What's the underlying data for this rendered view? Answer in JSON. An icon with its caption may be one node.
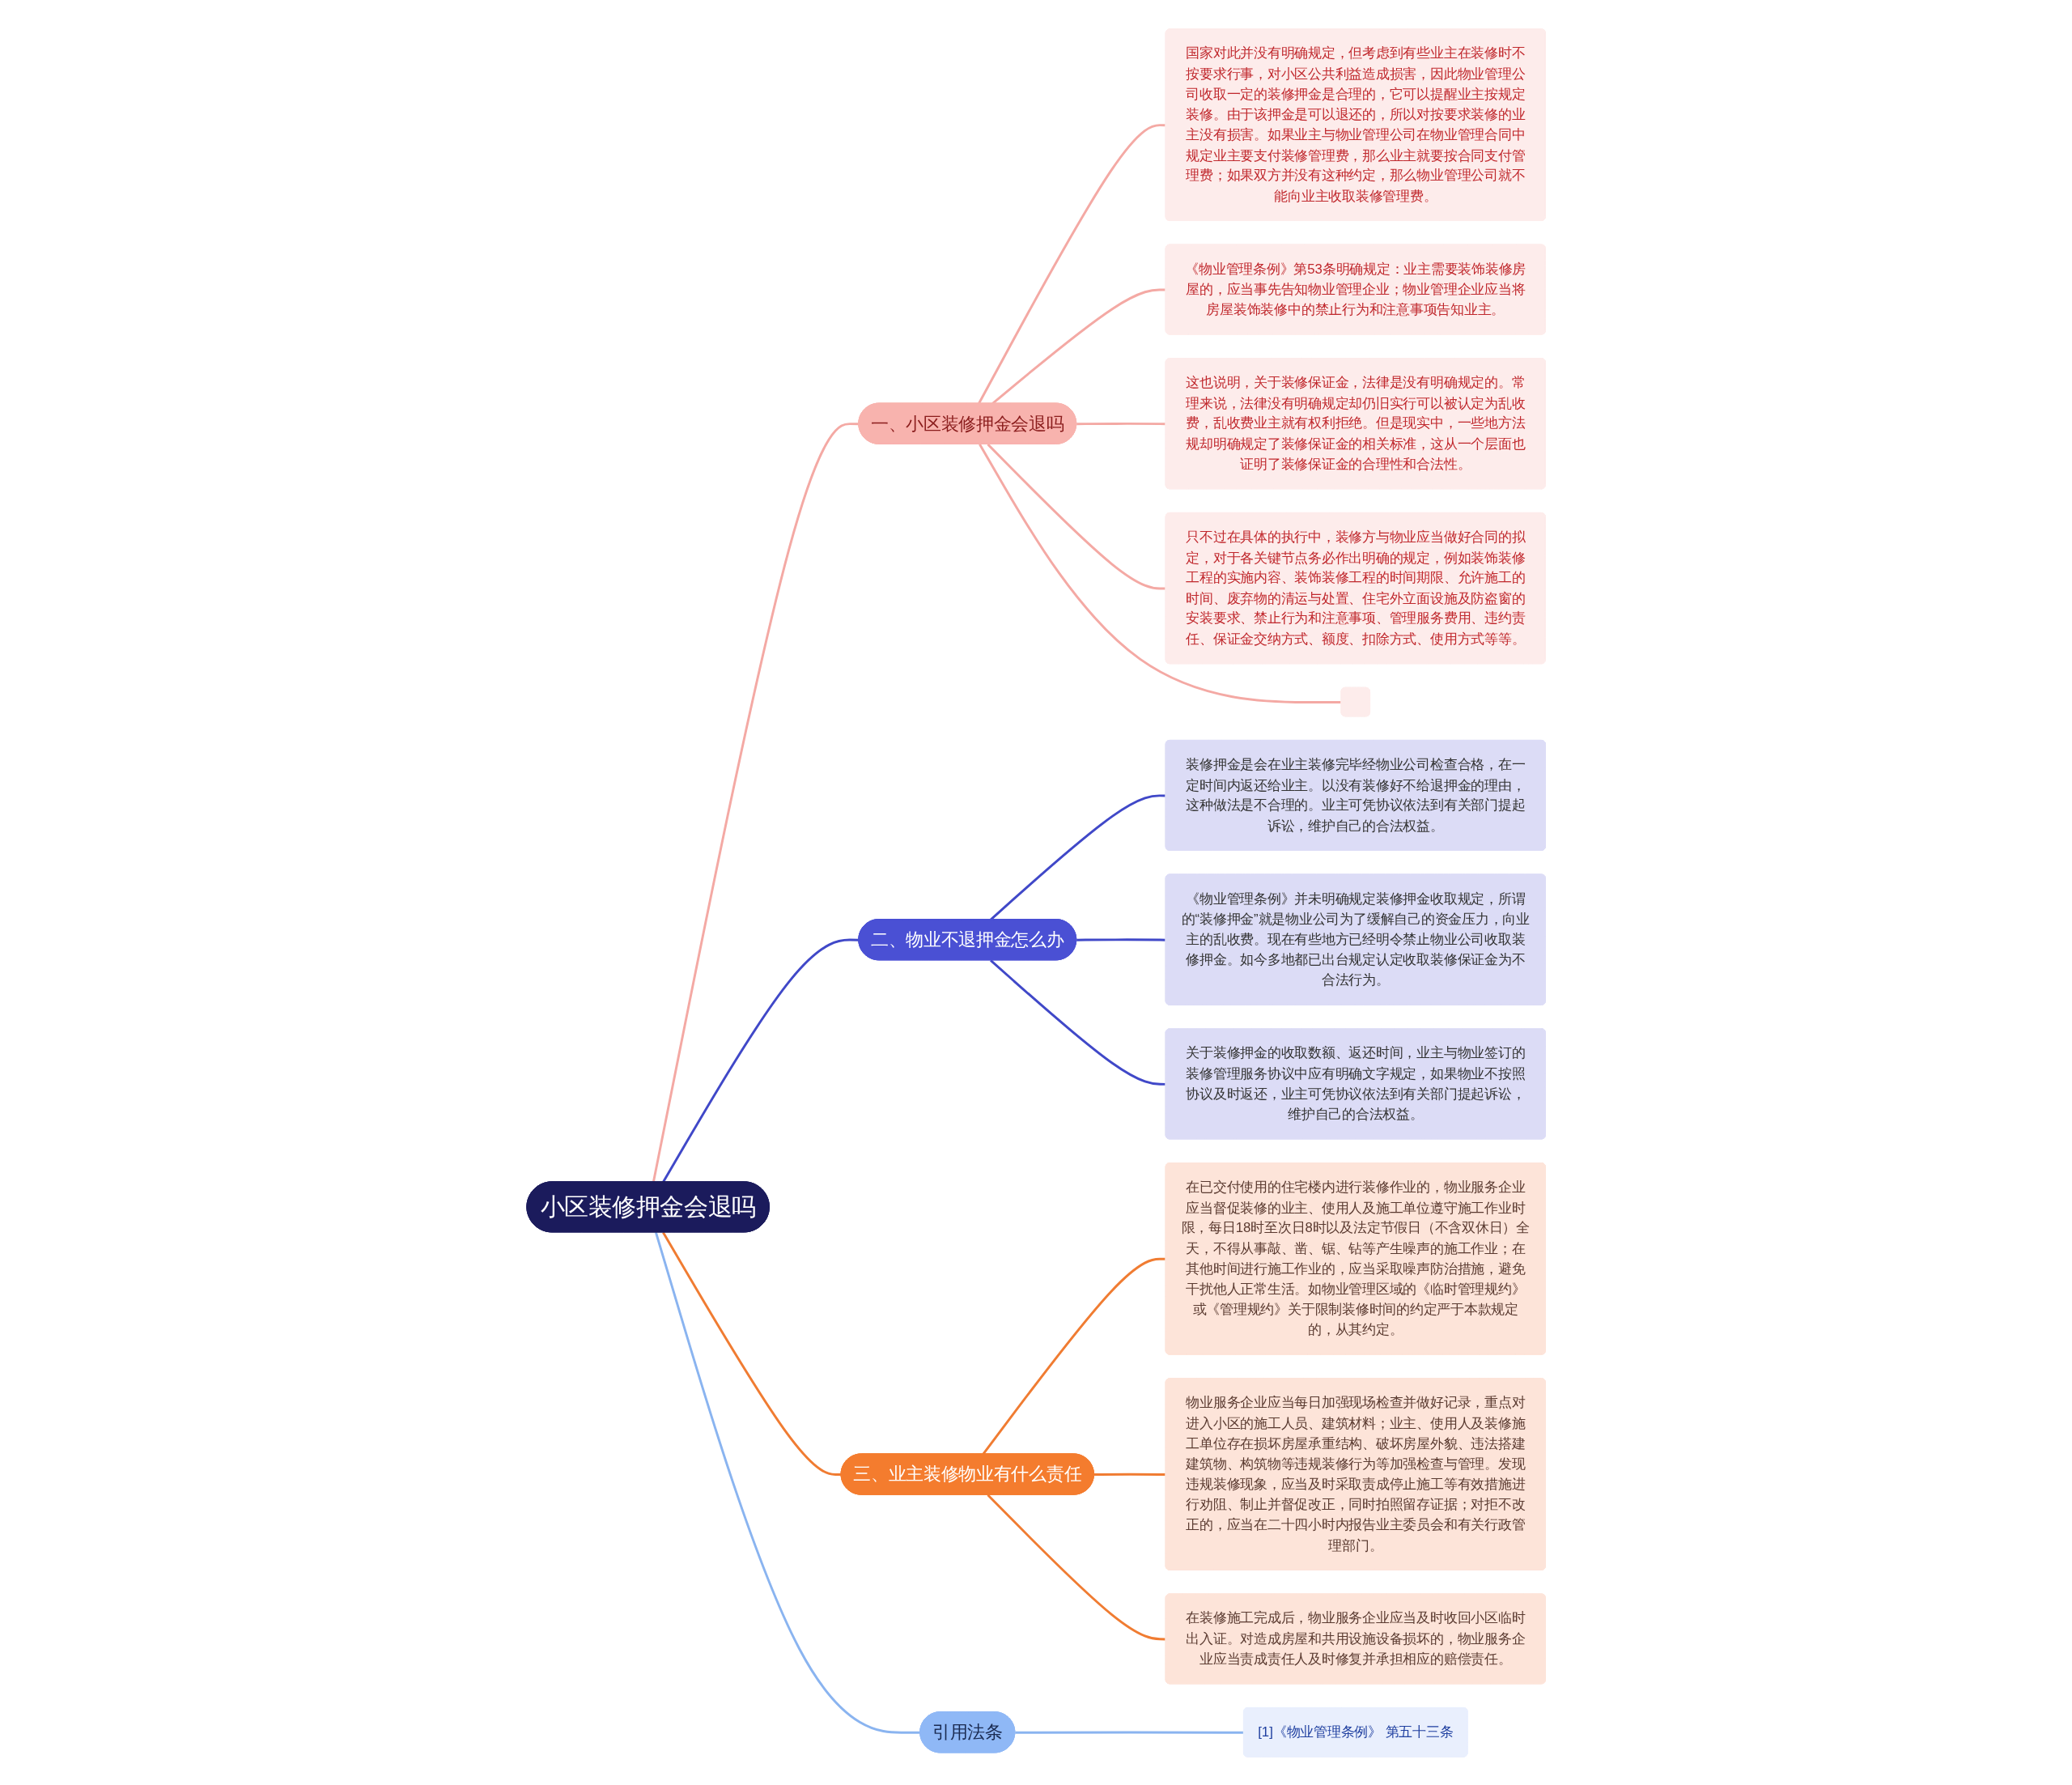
{
  "diagram": {
    "nodes": [
      {
        "text": [
          "小区装修押金会退吗"
        ]
      },
      {
        "text": [
          "一、小区装修押金会退吗"
        ]
      },
      {
        "text": [
          "国家对此并没有明确规定，但考虑到有些业主在装修时不按要求行事，对小区公共利益造成损害，因此物业管理公司收取一定的装修押金是合理的，它可以提醒业主按规定装修。由于该押金是可以退还的，所以对按要求装修的业主没有损害。如果业主与物业管理公司在物业管理合同中规定业主要支付装修管理费，那么业主就要按合同支付管理费；如果双方并没有这种约定，那么物业管理公司就不能向业主收取装修管理费。"
        ]
      },
      {
        "text": [
          "《物业管理条例》第53条明确规定：业主需要装饰装修房屋的，应当事先告知物业管理企业；物业管理企业应当将房屋装饰装修中的禁止行为和注意事项告知业主。"
        ]
      },
      {
        "text": [
          "这也说明，关于装修保证金，法律是没有明确规定的。常理来说，法律没有明确规定却仍旧实行可以被认定为乱收费，乱收费业主就有权利拒绝。但是现实中，一些地方法规却明确规定了装修保证金的相关标准，这从一个层面也证明了装修保证金的合理性和合法性。"
        ]
      },
      {
        "text": [
          "只不过在具体的执行中，装修方与物业应当做好合同的拟定，对于各关键节点务必作出明确的规定，例如装饰装修工程的实施内容、装饰装修工程的时间期限、允许施工的时间、废弃物的清运与处置、住宅外立面设施及防盗窗的安装要求、禁止行为和注意事项、管理服务费用、违约责任、保证金交纳方式、额度、扣除方式、使用方式等等。"
        ]
      },
      {
        "text": [],
        "shape": "box"
      },
      {
        "text": [
          "二、物业不退押金怎么办"
        ]
      },
      {
        "text": [
          "装修押金是会在业主装修完毕经物业公司检查合格，在一定时间内返还给业主。以没有装修好不给退押金的理由，这种做法是不合理的。业主可凭协议依法到有关部门提起诉讼，维护自己的合法权益。"
        ]
      },
      {
        "text": [
          "《物业管理条例》并未明确规定装修押金收取规定，所谓的“装修押金”就是物业公司为了缓解自己的资金压力，向业主的乱收费。现在有些地方已经明令禁止物业公司收取装修押金。如今多地都已出台规定认定收取装修保证金为不合法行为。"
        ]
      },
      {
        "text": [
          "关于装修押金的收取数额、返还时间，业主与物业签订的装修管理服务协议中应有明确文字规定，如果物业不按照协议及时返还，业主可凭协议依法到有关部门提起诉讼，维护自己的合法权益。"
        ]
      },
      {
        "text": [
          "三、业主装修物业有什么责任"
        ]
      },
      {
        "text": [
          "在已交付使用的住宅楼内进行装修作业的，物业服务企业应当督促装修的业主、使用人及施工单位遵守施工作业时限，每日18时至次日8时以及法定节假日（不含双休日）全天，不得从事敲、凿、锯、钻等产生噪声的施工作业；在其他时间进行施工作业的，应当采取噪声防治措施，避免干扰他人正常生活。如物业管理区域的《临时管理规约》或《管理规约》关于限制装修时间的约定严于本款规定的，从其约定。"
        ]
      },
      {
        "text": [
          "物业服务企业应当每日加强现场检查并做好记录，重点对进入小区的施工人员、建筑材料；业主、使用人及装修施工单位存在损坏房屋承重结构、破坏房屋外貌、违法搭建建筑物、构筑物等违规装修行为等加强检查与管理。发现违规装修现象，应当及时采取责成停止施工等有效措施进行劝阻、制止并督促改正，同时拍照留存证据；对拒不改正的，应当在二十四小时内报告业主委员会和有关行政管理部门。"
        ]
      },
      {
        "text": [
          "在装修施工完成后，物业服务企业应当及时收回小区临时出入证。对造成房屋和共用设施设备损坏的，物业服务企业应当责成责任人及时修复并承担相应的赔偿责任。"
        ]
      },
      {
        "text": [
          "引用法条"
        ]
      },
      {
        "text": [
          "[1]《物业管理条例》 第五十三条"
        ]
      }
    ],
    "edges": [
      {
        "from": 0,
        "to": 1,
        "arrow": "none"
      },
      {
        "from": 1,
        "to": 2,
        "arrow": "none"
      },
      {
        "from": 1,
        "to": 3,
        "arrow": "none"
      },
      {
        "from": 1,
        "to": 4,
        "arrow": "none"
      },
      {
        "from": 1,
        "to": 5,
        "arrow": "none"
      },
      {
        "from": 1,
        "to": 6,
        "arrow": "none"
      },
      {
        "from": 0,
        "to": 7,
        "arrow": "none",
        "color": "#4048c8"
      },
      {
        "from": 7,
        "to": 8,
        "arrow": "none",
        "color": "#4048c8"
      },
      {
        "from": 7,
        "to": 9,
        "arrow": "none",
        "color": "#4048c8"
      },
      {
        "from": 7,
        "to": 10,
        "arrow": "none",
        "color": "#4048c8"
      },
      {
        "from": 0,
        "to": 11,
        "arrow": "none",
        "color": "#f07c32"
      },
      {
        "from": 11,
        "to": 12,
        "arrow": "none",
        "color": "#f07c32"
      },
      {
        "from": 11,
        "to": 13,
        "arrow": "none",
        "color": "#f07c32"
      },
      {
        "from": 11,
        "to": 14,
        "arrow": "none",
        "color": "#f07c32"
      },
      {
        "from": 0,
        "to": 15,
        "arrow": "none",
        "color": "#8ab4f0"
      },
      {
        "from": 15,
        "to": 16,
        "arrow": "none",
        "color": "#8ab4f0"
      }
    ]
  }
}
